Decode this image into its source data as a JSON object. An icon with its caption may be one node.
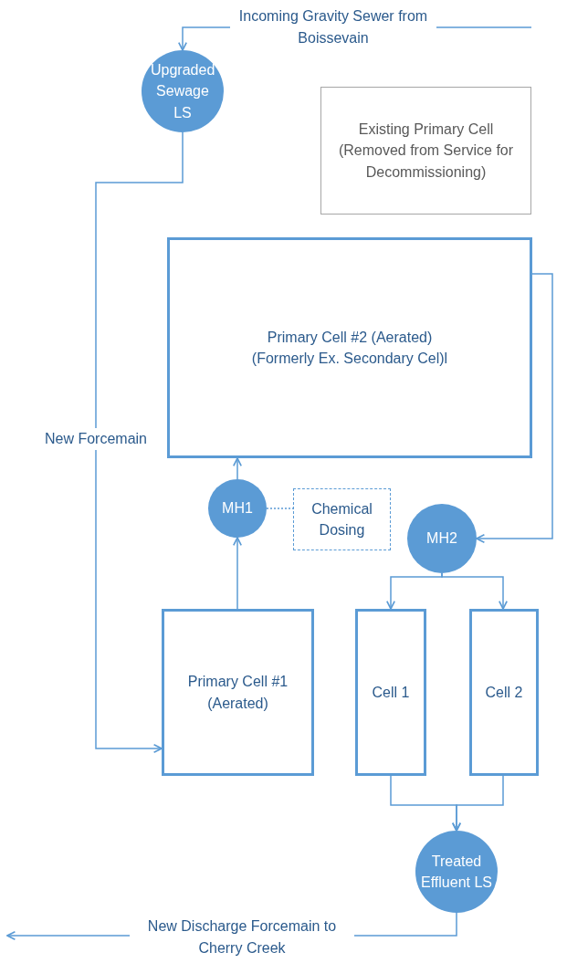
{
  "diagram": {
    "nodes": [
      {
        "text": [
          "Upgraded Sewage LS"
        ]
      },
      {
        "text": [
          "Existing Primary Cell (Removed from Service for Decommissioning)"
        ]
      },
      {
        "text": [
          "Primary Cell #2 (Aerated)",
          "(Formerly Ex. Secondary Cel)l"
        ]
      },
      {
        "text": [
          "MH1"
        ]
      },
      {
        "text": [
          "Chemical Dosing"
        ]
      },
      {
        "text": [
          "MH2"
        ]
      },
      {
        "text": [
          "Primary Cell #1 (Aerated)"
        ]
      },
      {
        "text": [
          "Cell 1"
        ]
      },
      {
        "text": [
          "Cell 2"
        ]
      },
      {
        "text": [
          "Treated Effluent LS"
        ]
      }
    ],
    "edges": [
      {
        "from": null,
        "to": 0,
        "arrow": "to",
        "label": "Incoming Gravity Sewer from Boissevain"
      },
      {
        "from": 0,
        "to": 6,
        "arrow": "to",
        "label": "New Forcemain"
      },
      {
        "from": 6,
        "to": 3,
        "arrow": "to"
      },
      {
        "from": 3,
        "to": 2,
        "arrow": "to"
      },
      {
        "from": 3,
        "to": 4,
        "arrow": "none",
        "style": "dashed"
      },
      {
        "from": 2,
        "to": 5,
        "arrow": "to"
      },
      {
        "from": 5,
        "to": 7,
        "arrow": "to"
      },
      {
        "from": 5,
        "to": 8,
        "arrow": "to"
      },
      {
        "from": 7,
        "to": 9,
        "arrow": "to"
      },
      {
        "from": 8,
        "to": 9,
        "arrow": "to"
      },
      {
        "from": 9,
        "to": null,
        "arrow": "to",
        "label": "New Discharge Forcemain to Cherry Creek"
      }
    ]
  }
}
